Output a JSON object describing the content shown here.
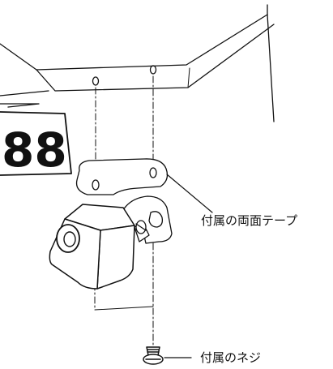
{
  "labels": {
    "plate_number": "88",
    "tape_callout": "付属の両面テープ",
    "screw_callout": "付属のネジ"
  },
  "colors": {
    "line": "#111111",
    "fill": "#ffffff"
  }
}
